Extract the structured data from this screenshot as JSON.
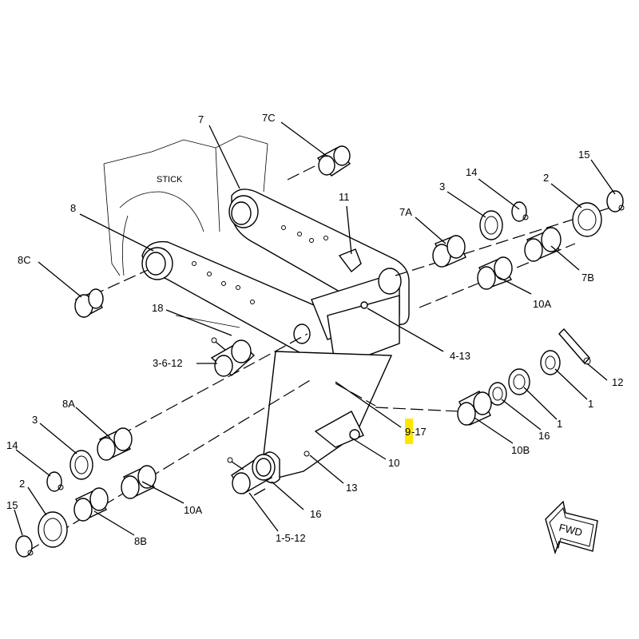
{
  "diagram": {
    "stick_label": "STICK",
    "fwd_label": "FWD",
    "highlight_color": "#ffe600",
    "callouts": {
      "c7": "7",
      "c7C": "7C",
      "c8": "8",
      "c8C": "8C",
      "c11": "11",
      "c14_top": "14",
      "c3_top": "3",
      "c2_top": "2",
      "c15_top": "15",
      "c7A": "7A",
      "c7B": "7B",
      "c10A_top": "10A",
      "c18": "18",
      "c3_6_12": "3-6-12",
      "c4_13": "4-13",
      "c12": "12",
      "c1_upper": "1",
      "c1_lower": "1",
      "c16_right": "16",
      "c10B": "10B",
      "c9_17_a": "9",
      "c9_17_b": "-17",
      "c10": "10",
      "c13": "13",
      "c16_bottom": "16",
      "c1_5_12": "1-5-12",
      "c8A": "8A",
      "c3_left": "3",
      "c14_left": "14",
      "c2_left": "2",
      "c15_left": "15",
      "c10A_bottom": "10A",
      "c8B": "8B"
    }
  }
}
